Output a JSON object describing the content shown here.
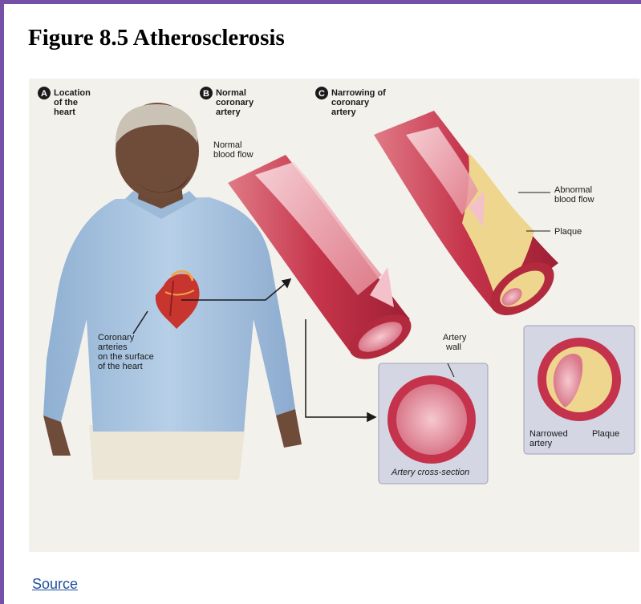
{
  "figure": {
    "title": "Figure 8.5 Atherosclerosis"
  },
  "panels": {
    "a": {
      "letter": "A",
      "line1": "Location",
      "line2": "of the",
      "line3": "heart"
    },
    "b": {
      "letter": "B",
      "line1": "Normal",
      "line2": "coronary",
      "line3": "artery"
    },
    "c": {
      "letter": "C",
      "line1": "Narrowing of",
      "line2": "coronary",
      "line3": "artery"
    }
  },
  "labels": {
    "normal_flow_1": "Normal",
    "normal_flow_2": "blood flow",
    "abnormal_flow_1": "Abnormal",
    "abnormal_flow_2": "blood flow",
    "plaque": "Plaque",
    "artery_wall_1": "Artery",
    "artery_wall_2": "wall",
    "coronary_1": "Coronary",
    "coronary_2": "arteries",
    "coronary_3": "on the surface",
    "coronary_4": "of the heart",
    "cross_section": "Artery cross-section",
    "narrowed_1": "Narrowed",
    "narrowed_2": "artery",
    "plaque_cs": "Plaque"
  },
  "source": {
    "label": "Source"
  },
  "colors": {
    "frame": "#7450a6",
    "artery": "#c5344a",
    "plaque": "#efd68e",
    "shirt": "#a9c3de",
    "link": "#1f4e9e"
  }
}
